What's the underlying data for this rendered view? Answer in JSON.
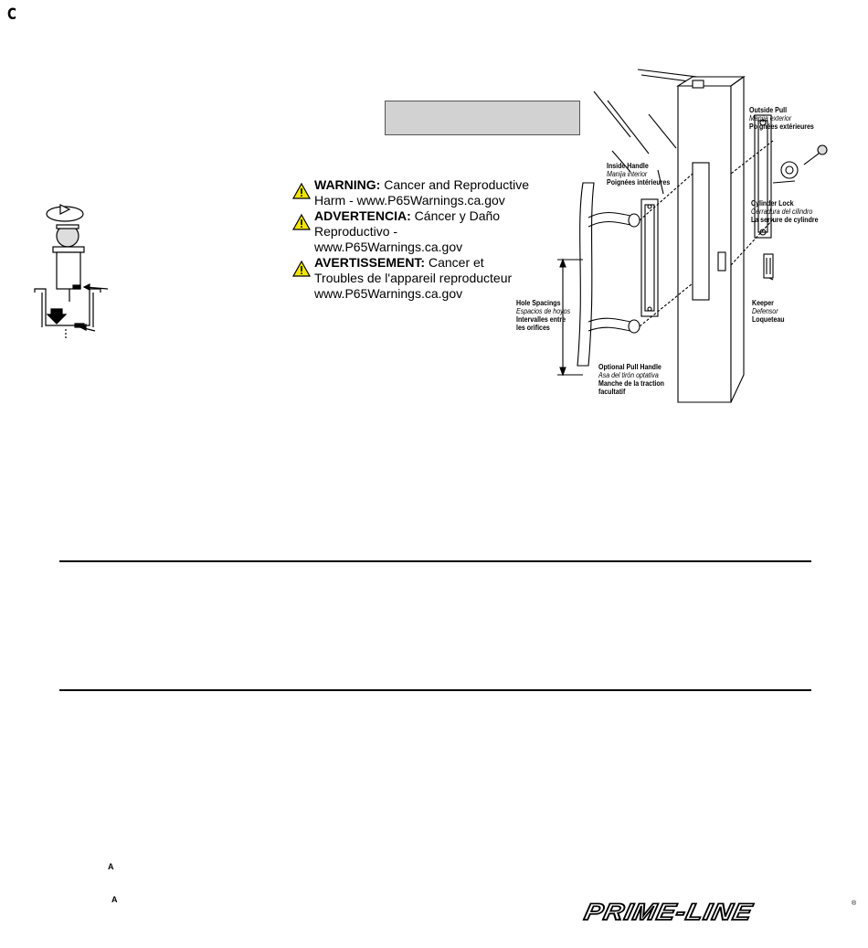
{
  "page": {
    "corner_letter": "C",
    "marker_a1": "A",
    "marker_a2": "A"
  },
  "warning": {
    "en_title": "WARNING:",
    "en_body": "Cancer and Reproductive Harm - www.P65Warnings.ca.gov",
    "es_title": "ADVERTENCIA:",
    "es_body": "Cáncer y Daño Reproductivo - www.P65Warnings.ca.gov",
    "fr_title": "AVERTISSEMENT:",
    "fr_body": "Cancer et Troubles de l'appareil reproducteur www.P65Warnings.ca.gov"
  },
  "diagram": {
    "outside_pull": {
      "en": "Outside Pull",
      "es": "Manija exterior",
      "fr": "Poignées extérieures"
    },
    "inside_handle": {
      "en": "Inside Handle",
      "es": "Manija interior",
      "fr": "Poignées intérieures"
    },
    "cylinder_lock": {
      "en": "Cylinder Lock",
      "es": "Cerradura del cilindro",
      "fr": "La serrure de cylindre"
    },
    "hole_spacings": {
      "en": "Hole Spacings",
      "es": "Espacios de hoyos",
      "fr1": "Intervalles entre",
      "fr2": "les orifices"
    },
    "keeper": {
      "en": "Keeper",
      "es": "Defensor",
      "fr": "Loqueteau"
    },
    "optional_pull": {
      "en": "Optional Pull Handle",
      "es": "Asa del tirón optativa",
      "fr1": "Manche de la traction",
      "fr2": "facultatif"
    }
  },
  "brand": {
    "logo": "PRIME-LINE",
    "registered": "®"
  }
}
